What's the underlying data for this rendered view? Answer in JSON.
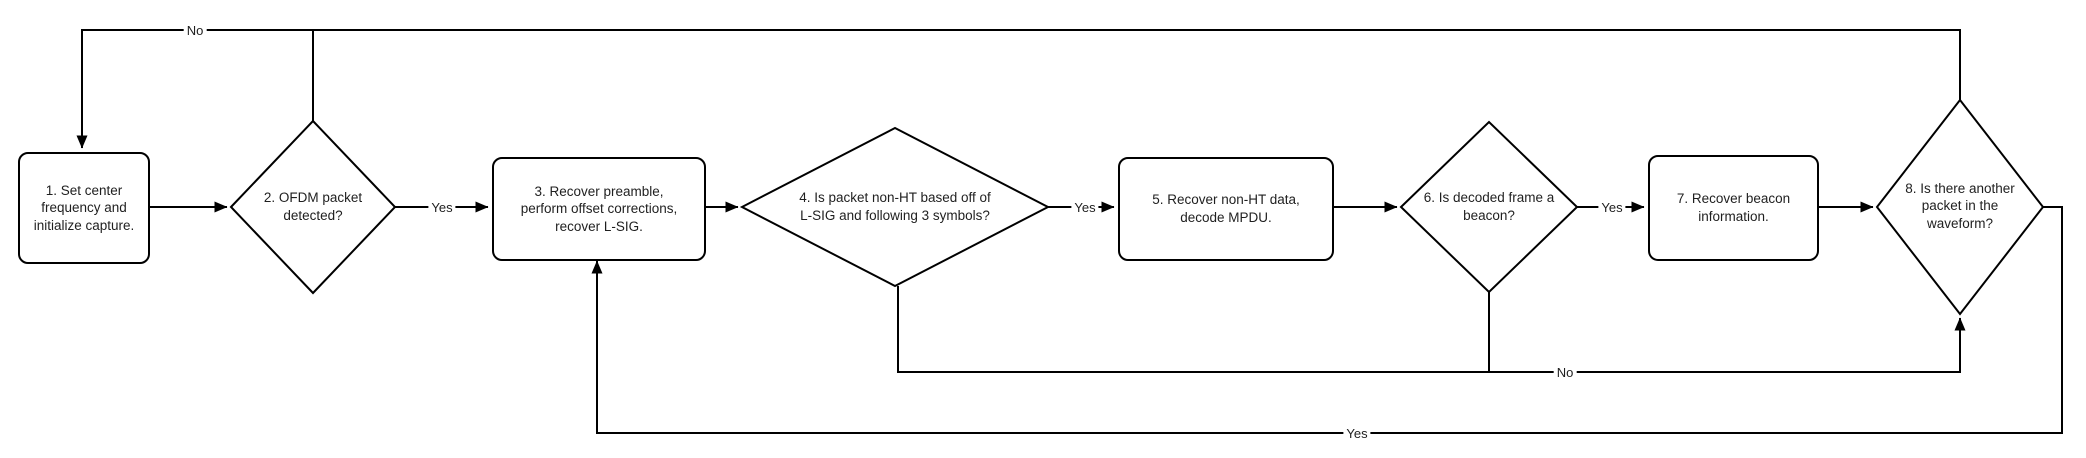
{
  "flowchart": {
    "description": "WLAN beacon reception flowchart",
    "colors": {
      "line": "#000000",
      "node_fill": "#ffffff",
      "node_border": "#000000",
      "text": "#1f1f1f",
      "background": "#ffffff"
    },
    "nodes": [
      {
        "id": "1",
        "shape": "rect",
        "label": "1. Set center\nfrequency and\ninitialize capture."
      },
      {
        "id": "2",
        "shape": "diamond",
        "label": "2. OFDM packet\ndetected?"
      },
      {
        "id": "3",
        "shape": "rect",
        "label": "3. Recover preamble,\nperform offset corrections,\nrecover L-SIG."
      },
      {
        "id": "4",
        "shape": "diamond",
        "label": "4. Is packet non-HT based off of\nL-SIG and following 3 symbols?"
      },
      {
        "id": "5",
        "shape": "rect",
        "label": "5. Recover non-HT data,\ndecode MPDU."
      },
      {
        "id": "6",
        "shape": "diamond",
        "label": "6. Is decoded frame a\nbeacon?"
      },
      {
        "id": "7",
        "shape": "rect",
        "label": "7. Recover beacon\ninformation."
      },
      {
        "id": "8",
        "shape": "diamond",
        "label": "8. Is there another\npacket in the\nwaveform?"
      }
    ],
    "edges": [
      {
        "from": "1",
        "to": "2",
        "label": ""
      },
      {
        "from": "2",
        "to": "3",
        "label": "Yes"
      },
      {
        "from": "2",
        "to": "1",
        "label": "No"
      },
      {
        "from": "3",
        "to": "4",
        "label": ""
      },
      {
        "from": "4",
        "to": "5",
        "label": "Yes"
      },
      {
        "from": "4",
        "to": "8",
        "label": ""
      },
      {
        "from": "5",
        "to": "6",
        "label": ""
      },
      {
        "from": "6",
        "to": "7",
        "label": "Yes"
      },
      {
        "from": "6",
        "to": "8",
        "label": "No"
      },
      {
        "from": "7",
        "to": "8",
        "label": ""
      },
      {
        "from": "8",
        "to": "3",
        "label": "Yes"
      },
      {
        "from": "8",
        "to": "1",
        "label": ""
      }
    ]
  }
}
